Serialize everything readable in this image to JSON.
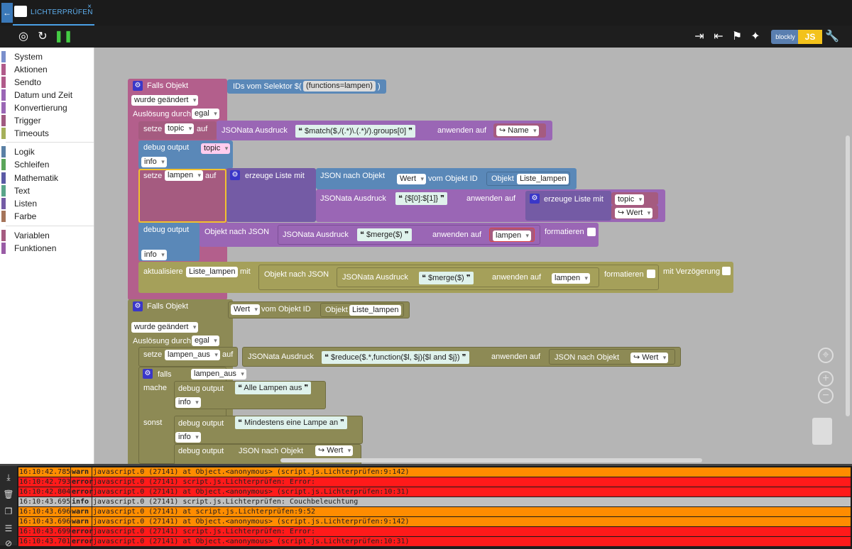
{
  "tab": {
    "title": "LICHTERPRÜFEN",
    "back_icon": "back-arrow-icon",
    "close": "×"
  },
  "toolbar_right": {
    "blockly": "blockly",
    "js": "JS"
  },
  "sidebar": {
    "group1": [
      {
        "label": "System",
        "color": "#7a8fcc"
      },
      {
        "label": "Aktionen",
        "color": "#b05a8a"
      },
      {
        "label": "Sendto",
        "color": "#b05a8a"
      },
      {
        "label": "Datum und Zeit",
        "color": "#9a66b5"
      },
      {
        "label": "Konvertierung",
        "color": "#9a66b5"
      },
      {
        "label": "Trigger",
        "color": "#a05a80"
      },
      {
        "label": "Timeouts",
        "color": "#a5b05a"
      }
    ],
    "group2": [
      {
        "label": "Logik",
        "color": "#5a80a5"
      },
      {
        "label": "Schleifen",
        "color": "#5aa55a"
      },
      {
        "label": "Mathematik",
        "color": "#5a5aa5"
      },
      {
        "label": "Text",
        "color": "#5aa58a"
      },
      {
        "label": "Listen",
        "color": "#745ba5"
      },
      {
        "label": "Farbe",
        "color": "#a5745a"
      }
    ],
    "group3": [
      {
        "label": "Variablen",
        "color": "#a55b80"
      },
      {
        "label": "Funktionen",
        "color": "#995ba5"
      }
    ]
  },
  "blocks": {
    "falls_objekt": "Falls Objekt",
    "ids_selektor": "IDs vom Selektor $(",
    "functions_lampen": "(functions=lampen)",
    "close_paren": ")",
    "wurde_geaendert": "wurde geändert",
    "ausloesung_durch": "Auslösung durch",
    "egal": "egal",
    "setze": "setze",
    "auf": "auf",
    "topic": "topic",
    "jsonata_ausdruck": "JSONata Ausdruck",
    "match_expr": "$match($,/(.*)\\.(.*)/).groups[0]",
    "anwenden_auf": "anwenden auf",
    "name": "Name",
    "debug_output": "debug output",
    "info": "info",
    "lampen": "lampen",
    "erzeuge_liste_mit": "erzeuge Liste mit",
    "json_nach_objekt": "JSON nach Objekt",
    "wert": "Wert",
    "vom_objekt_id": "vom Objekt ID",
    "objekt": "Objekt",
    "liste_lampen": "Liste_lampen",
    "arr_expr": "{$[0]:$[1]}",
    "objekt_nach_json": "Objekt nach JSON",
    "merge_expr": "$merge($)",
    "formatieren": "formatieren",
    "aktualisiere": "aktualisiere",
    "mit": "mit",
    "mit_verzoegerung": "mit Verzögerung",
    "lampen_aus": "lampen_aus",
    "reduce_expr": "$reduce($.*,function($l, $j){$l and $j})",
    "falls": "falls",
    "mache": "mache",
    "sonst": "sonst",
    "alle_lampen_aus": "Alle Lampen aus",
    "mindestens_eine": "Mindestens eine Lampe an",
    "quote_open": "❝",
    "quote_close": "❞",
    "arrow": "↪"
  },
  "log": [
    {
      "time": "16:10:42.785",
      "level": "warn",
      "msg": "javascript.0 (27141) at Object.<anonymous> (script.js.Lichterprüfen:9:142)"
    },
    {
      "time": "16:10:42.793",
      "level": "error",
      "msg": "javascript.0 (27141) script.js.Lichterprüfen: Error:"
    },
    {
      "time": "16:10:42.804",
      "level": "error",
      "msg": "javascript.0 (27141) at Object.<anonymous> (script.js.Lichterprüfen:10:31)"
    },
    {
      "time": "16:10:43.695",
      "level": "info",
      "msg": "javascript.0 (27141) script.js.Lichterprüfen: Couchbeleuchtung"
    },
    {
      "time": "16:10:43.696",
      "level": "warn",
      "msg": "javascript.0 (27141) at script.js.Lichterprüfen:9:52"
    },
    {
      "time": "16:10:43.696",
      "level": "warn",
      "msg": "javascript.0 (27141) at Object.<anonymous> (script.js.Lichterprüfen:9:142)"
    },
    {
      "time": "16:10:43.699",
      "level": "error",
      "msg": "javascript.0 (27141) script.js.Lichterprüfen: Error:"
    },
    {
      "time": "16:10:43.701",
      "level": "error",
      "msg": "javascript.0 (27141) at Object.<anonymous> (script.js.Lichterprüfen:10:31)"
    }
  ]
}
